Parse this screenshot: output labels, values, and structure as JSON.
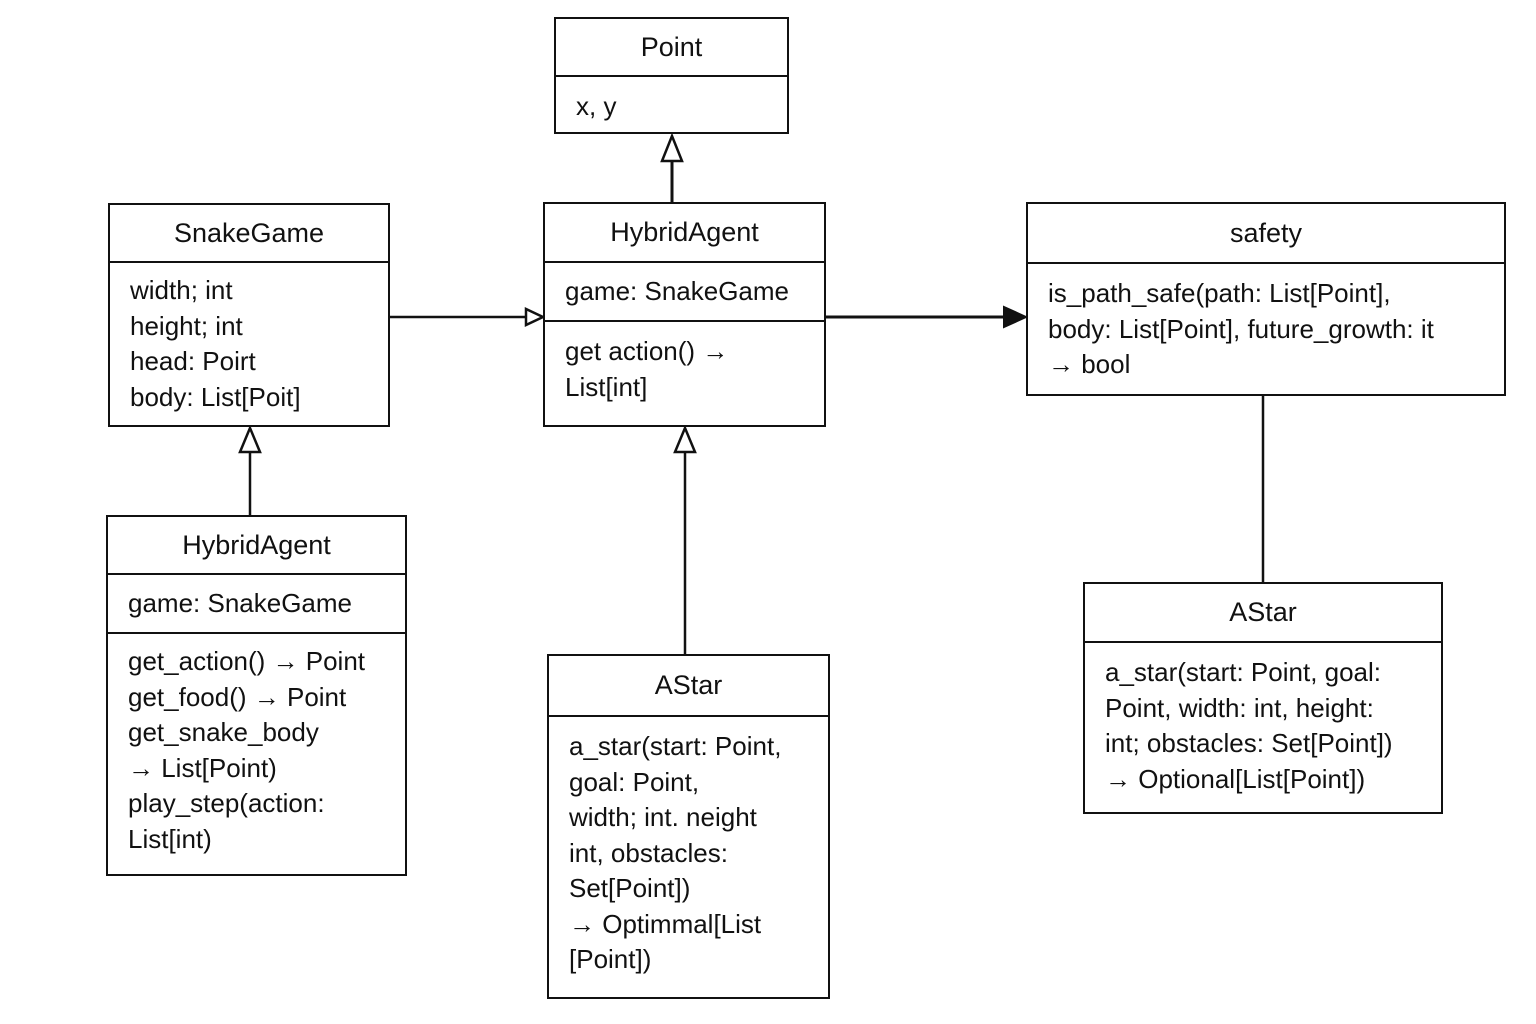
{
  "classes": {
    "point": {
      "name": "Point",
      "attributes": [
        "x, y"
      ]
    },
    "snake_game": {
      "name": "SnakeGame",
      "attributes": [
        "width; int",
        "height; int",
        "head: Poirt",
        "body: List[Poit]"
      ]
    },
    "hybrid_agent_center": {
      "name": "HybridAgent",
      "attributes": [
        "game: SnakeGame"
      ],
      "methods": [
        "get action() →",
        "List[int]"
      ]
    },
    "safety": {
      "name": "safety",
      "methods": [
        "is_path_safe(path:   List[Point],",
        "body: List[Point], future_growth: it",
        "→ bool"
      ]
    },
    "hybrid_agent_left": {
      "name": "HybridAgent",
      "attributes": [
        "game: SnakeGame"
      ],
      "methods": [
        "get_action() → Point",
        "get_food() → Point",
        "get_snake_body",
        "→ List[Point)",
        "play_step(action:",
        "List[int)"
      ]
    },
    "astar_center": {
      "name": "AStar",
      "methods": [
        "a_star(start: Point,",
        "goal: Point,",
        "width; int. neight",
        "int, obstacles:",
        "Set[Point])",
        "→ Optimmal[List",
        "[Point])"
      ]
    },
    "astar_right": {
      "name": "AStar",
      "methods": [
        "a_star(start: Point, goal:",
        "Point, width: int, height:",
        "int; obstacles: Set[Point])",
        "→ Optional[List[Point])"
      ]
    }
  },
  "colors": {
    "stroke": "#111111",
    "background": "#ffffff"
  }
}
